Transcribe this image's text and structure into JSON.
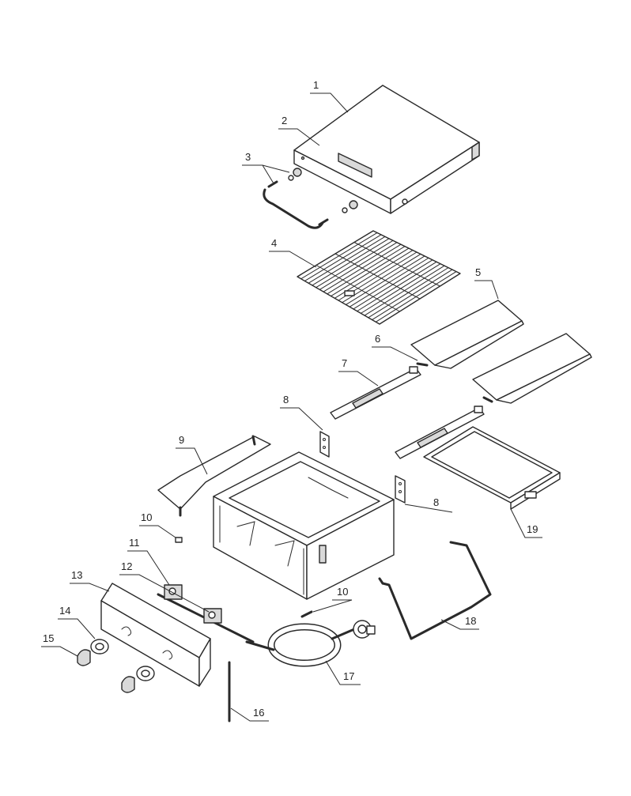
{
  "callouts": [
    {
      "id": "c1",
      "label": "1"
    },
    {
      "id": "c2",
      "label": "2"
    },
    {
      "id": "c3",
      "label": "3"
    },
    {
      "id": "c4",
      "label": "4"
    },
    {
      "id": "c5",
      "label": "5"
    },
    {
      "id": "c6",
      "label": "6"
    },
    {
      "id": "c7",
      "label": "7"
    },
    {
      "id": "c8a",
      "label": "8"
    },
    {
      "id": "c8b",
      "label": "8"
    },
    {
      "id": "c9",
      "label": "9"
    },
    {
      "id": "c10a",
      "label": "10"
    },
    {
      "id": "c10b",
      "label": "10"
    },
    {
      "id": "c11",
      "label": "11"
    },
    {
      "id": "c12",
      "label": "12"
    },
    {
      "id": "c13",
      "label": "13"
    },
    {
      "id": "c14",
      "label": "14"
    },
    {
      "id": "c15",
      "label": "15"
    },
    {
      "id": "c16",
      "label": "16"
    },
    {
      "id": "c17",
      "label": "17"
    },
    {
      "id": "c18",
      "label": "18"
    },
    {
      "id": "c19",
      "label": "19"
    }
  ]
}
